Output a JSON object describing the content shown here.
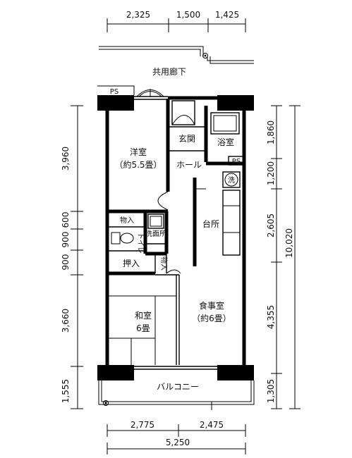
{
  "dimensions": {
    "top": [
      "2,325",
      "1,500",
      "1,425"
    ],
    "bottom": [
      "2,775",
      "2,475"
    ],
    "bottom_total": "5,250",
    "left": [
      "3,960",
      "600",
      "900",
      "900",
      "3,660",
      "1,555"
    ],
    "right": [
      "1,860",
      "1,200",
      "2,605",
      "4,355",
      "1,305"
    ],
    "right_total": "10,020"
  },
  "labels": {
    "corridor": "共用廊下",
    "ps_top": "PS",
    "ps_right": "PS",
    "genkan": "玄関",
    "bath": "浴室",
    "western_room": "洋室",
    "western_size": "（約5.5畳）",
    "hall": "ホール",
    "washer": "洗",
    "kitchen": "台所",
    "storage1": "物入",
    "washroom": "洗面所",
    "toilet": "トイレ",
    "oshiire": "押入",
    "storage2": "物入",
    "dining": "食事室",
    "dining_size": "（約6畳）",
    "japanese_room": "和室",
    "japanese_size": "6畳",
    "balcony": "バルコニー"
  }
}
